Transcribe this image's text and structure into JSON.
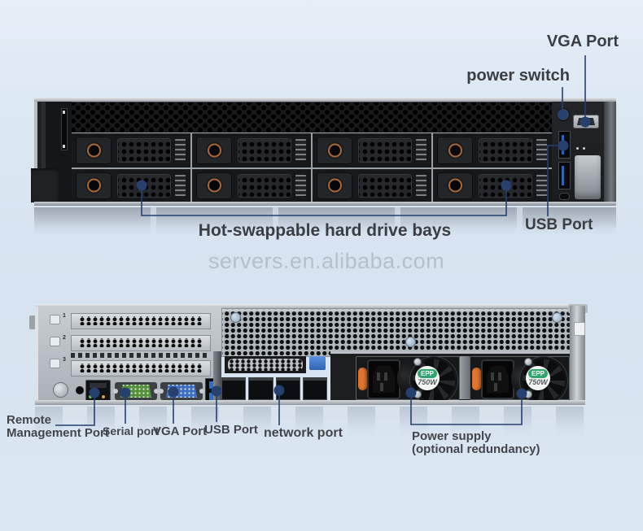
{
  "watermark": "servers.en.alibaba.com",
  "front": {
    "labels": {
      "vga_port": "VGA Port",
      "power_switch": "power switch",
      "drive_bays": "Hot-swappable hard drive bays",
      "usb_port": "USB Port"
    }
  },
  "rear": {
    "labels": {
      "remote_line1": "Remote",
      "remote_line2": "Management Port",
      "serial_port": "Serial port",
      "vga_port": "VGA Port",
      "usb_port": "USB Port",
      "network_port": "network port",
      "power_supply_line1": "Power supply",
      "power_supply_line2": "(optional redundancy)"
    },
    "pci_slot_numbers": [
      "1",
      "2",
      "3"
    ],
    "psu_badge": {
      "brand": "EPP",
      "wattage": "750W"
    }
  },
  "colors": {
    "callout_line": "#24406e",
    "label_text": "#3a3e43",
    "watermark": "#b4c0ca",
    "psu_badge_green": "#2fa46e",
    "serial_green": "#55913c",
    "vga_blue": "#3e6ec2",
    "psu_clip_orange": "#e0742e"
  }
}
